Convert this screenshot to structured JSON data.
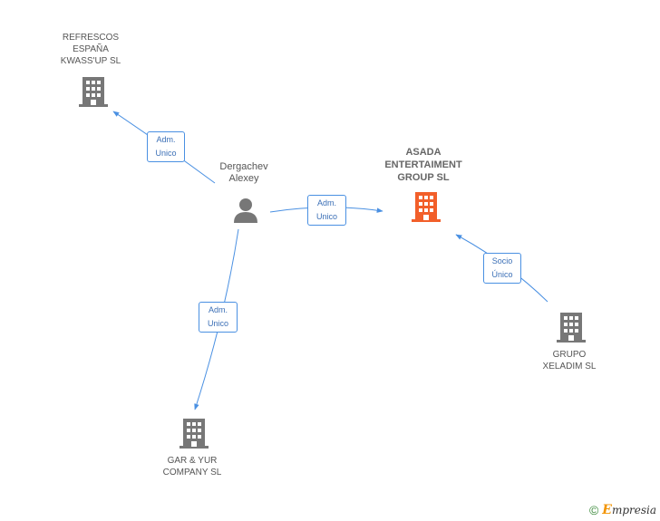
{
  "colors": {
    "edge": "#4a90e2",
    "company": "#777777",
    "main_company": "#f25f2a",
    "person": "#777777"
  },
  "nodes": {
    "refrescos": {
      "lines": [
        "REFRESCOS",
        "ESPAÑA",
        "KWASS'UP SL"
      ],
      "icon": "building-icon"
    },
    "dergachev": {
      "lines": [
        "Dergachev",
        "Alexey"
      ],
      "icon": "person-icon"
    },
    "asada": {
      "lines": [
        "ASADA",
        "ENTERTAIMENT",
        "GROUP SL"
      ],
      "icon": "building-icon"
    },
    "grupo": {
      "lines": [
        "GRUPO",
        "XELADIM SL"
      ],
      "icon": "building-icon"
    },
    "gar": {
      "lines": [
        "GAR & YUR",
        "COMPANY SL"
      ],
      "icon": "building-icon"
    }
  },
  "edges": {
    "to_refrescos": {
      "lines": [
        "Adm.",
        "Unico"
      ]
    },
    "to_asada": {
      "lines": [
        "Adm.",
        "Unico"
      ]
    },
    "to_gar": {
      "lines": [
        "Adm.",
        "Unico"
      ]
    },
    "grupo_to_asada": {
      "lines": [
        "Socio",
        "Único"
      ]
    }
  },
  "footer": {
    "copyright_symbol": "©",
    "brand_initial": "E",
    "brand_rest": "mpresia"
  }
}
